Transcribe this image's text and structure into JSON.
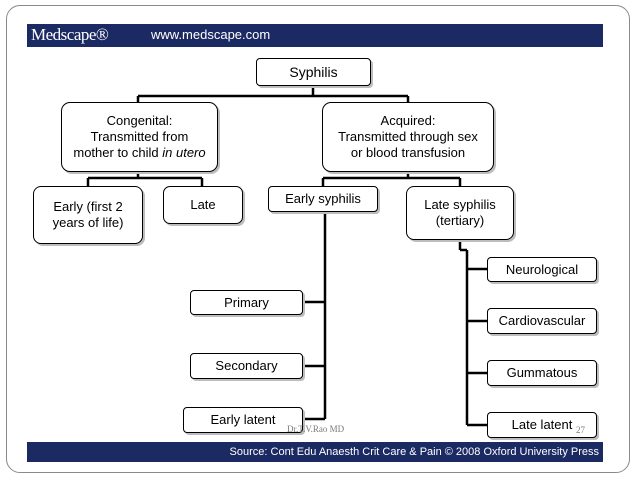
{
  "header": {
    "brand": "Medscape®",
    "url": "www.medscape.com"
  },
  "diagram": {
    "root": "Syphilis",
    "congenital": {
      "line1": "Congenital:",
      "line2": "Transmitted from",
      "line3_prefix": "mother to child ",
      "line3_italic": "in utero"
    },
    "acquired": {
      "line1": "Acquired:",
      "line2": "Transmitted through sex",
      "line3": "or blood transfusion"
    },
    "congenital_early": {
      "line1": "Early (first 2",
      "line2": "years of life)"
    },
    "congenital_late": "Late",
    "early_syphilis": "Early syphilis",
    "late_syphilis": {
      "line1": "Late syphilis",
      "line2": "(tertiary)"
    },
    "primary": "Primary",
    "secondary": "Secondary",
    "early_latent": "Early latent",
    "neurological": "Neurological",
    "cardiovascular": "Cardiovascular",
    "gummatous": "Gummatous",
    "late_latent": "Late latent"
  },
  "footer": {
    "source": "Source: Cont Edu Anaesth Crit Care & Pain © 2008 Oxford University Press"
  },
  "watermark": "Dr.T.V.Rao MD",
  "page_number": "27"
}
